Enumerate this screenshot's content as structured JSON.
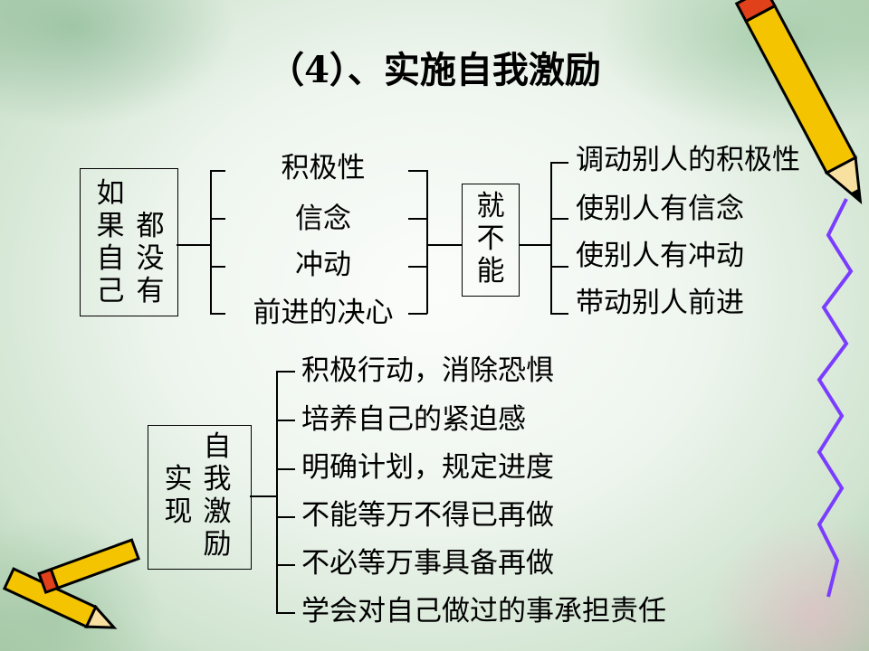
{
  "title": "（4）、实施自我激励",
  "top_diagram": {
    "left_box": {
      "col1": [
        "如",
        "果",
        "自",
        "己"
      ],
      "col2": [
        "都",
        "没",
        "有"
      ]
    },
    "middle_items": [
      "积极性",
      "信念",
      "冲动",
      "前进的决心"
    ],
    "center_box": [
      "就",
      "不",
      "能"
    ],
    "right_items": [
      "调动别人的积极性",
      "使别人有信念",
      "使别人有冲动",
      "带动别人前进"
    ]
  },
  "bottom_diagram": {
    "box": {
      "col1": [
        "实",
        "现"
      ],
      "col2": [
        "自",
        "我",
        "激",
        "励"
      ]
    },
    "items": [
      "积极行动，消除恐惧",
      "培养自己的紧迫感",
      "明确计划，规定进度",
      "不能等万不得已再做",
      "不必等万事具备再做",
      "学会对自己做过的事承担责任"
    ]
  },
  "colors": {
    "pencil_yellow": "#f5c400",
    "accent_purple": "#7a3cff"
  }
}
